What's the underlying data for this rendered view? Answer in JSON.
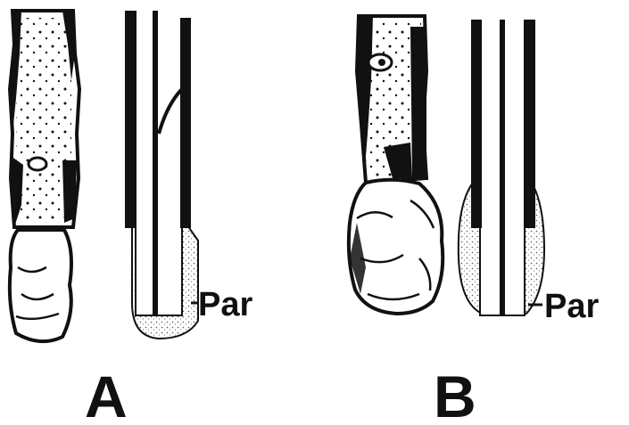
{
  "figure": {
    "panels": [
      {
        "id": "A",
        "label": "A",
        "callout": "Par"
      },
      {
        "id": "B",
        "label": "B",
        "callout": "Par"
      }
    ]
  },
  "colors": {
    "ink": "#111111",
    "paper": "#ffffff",
    "callus_stipple": "#9a9a9a"
  }
}
